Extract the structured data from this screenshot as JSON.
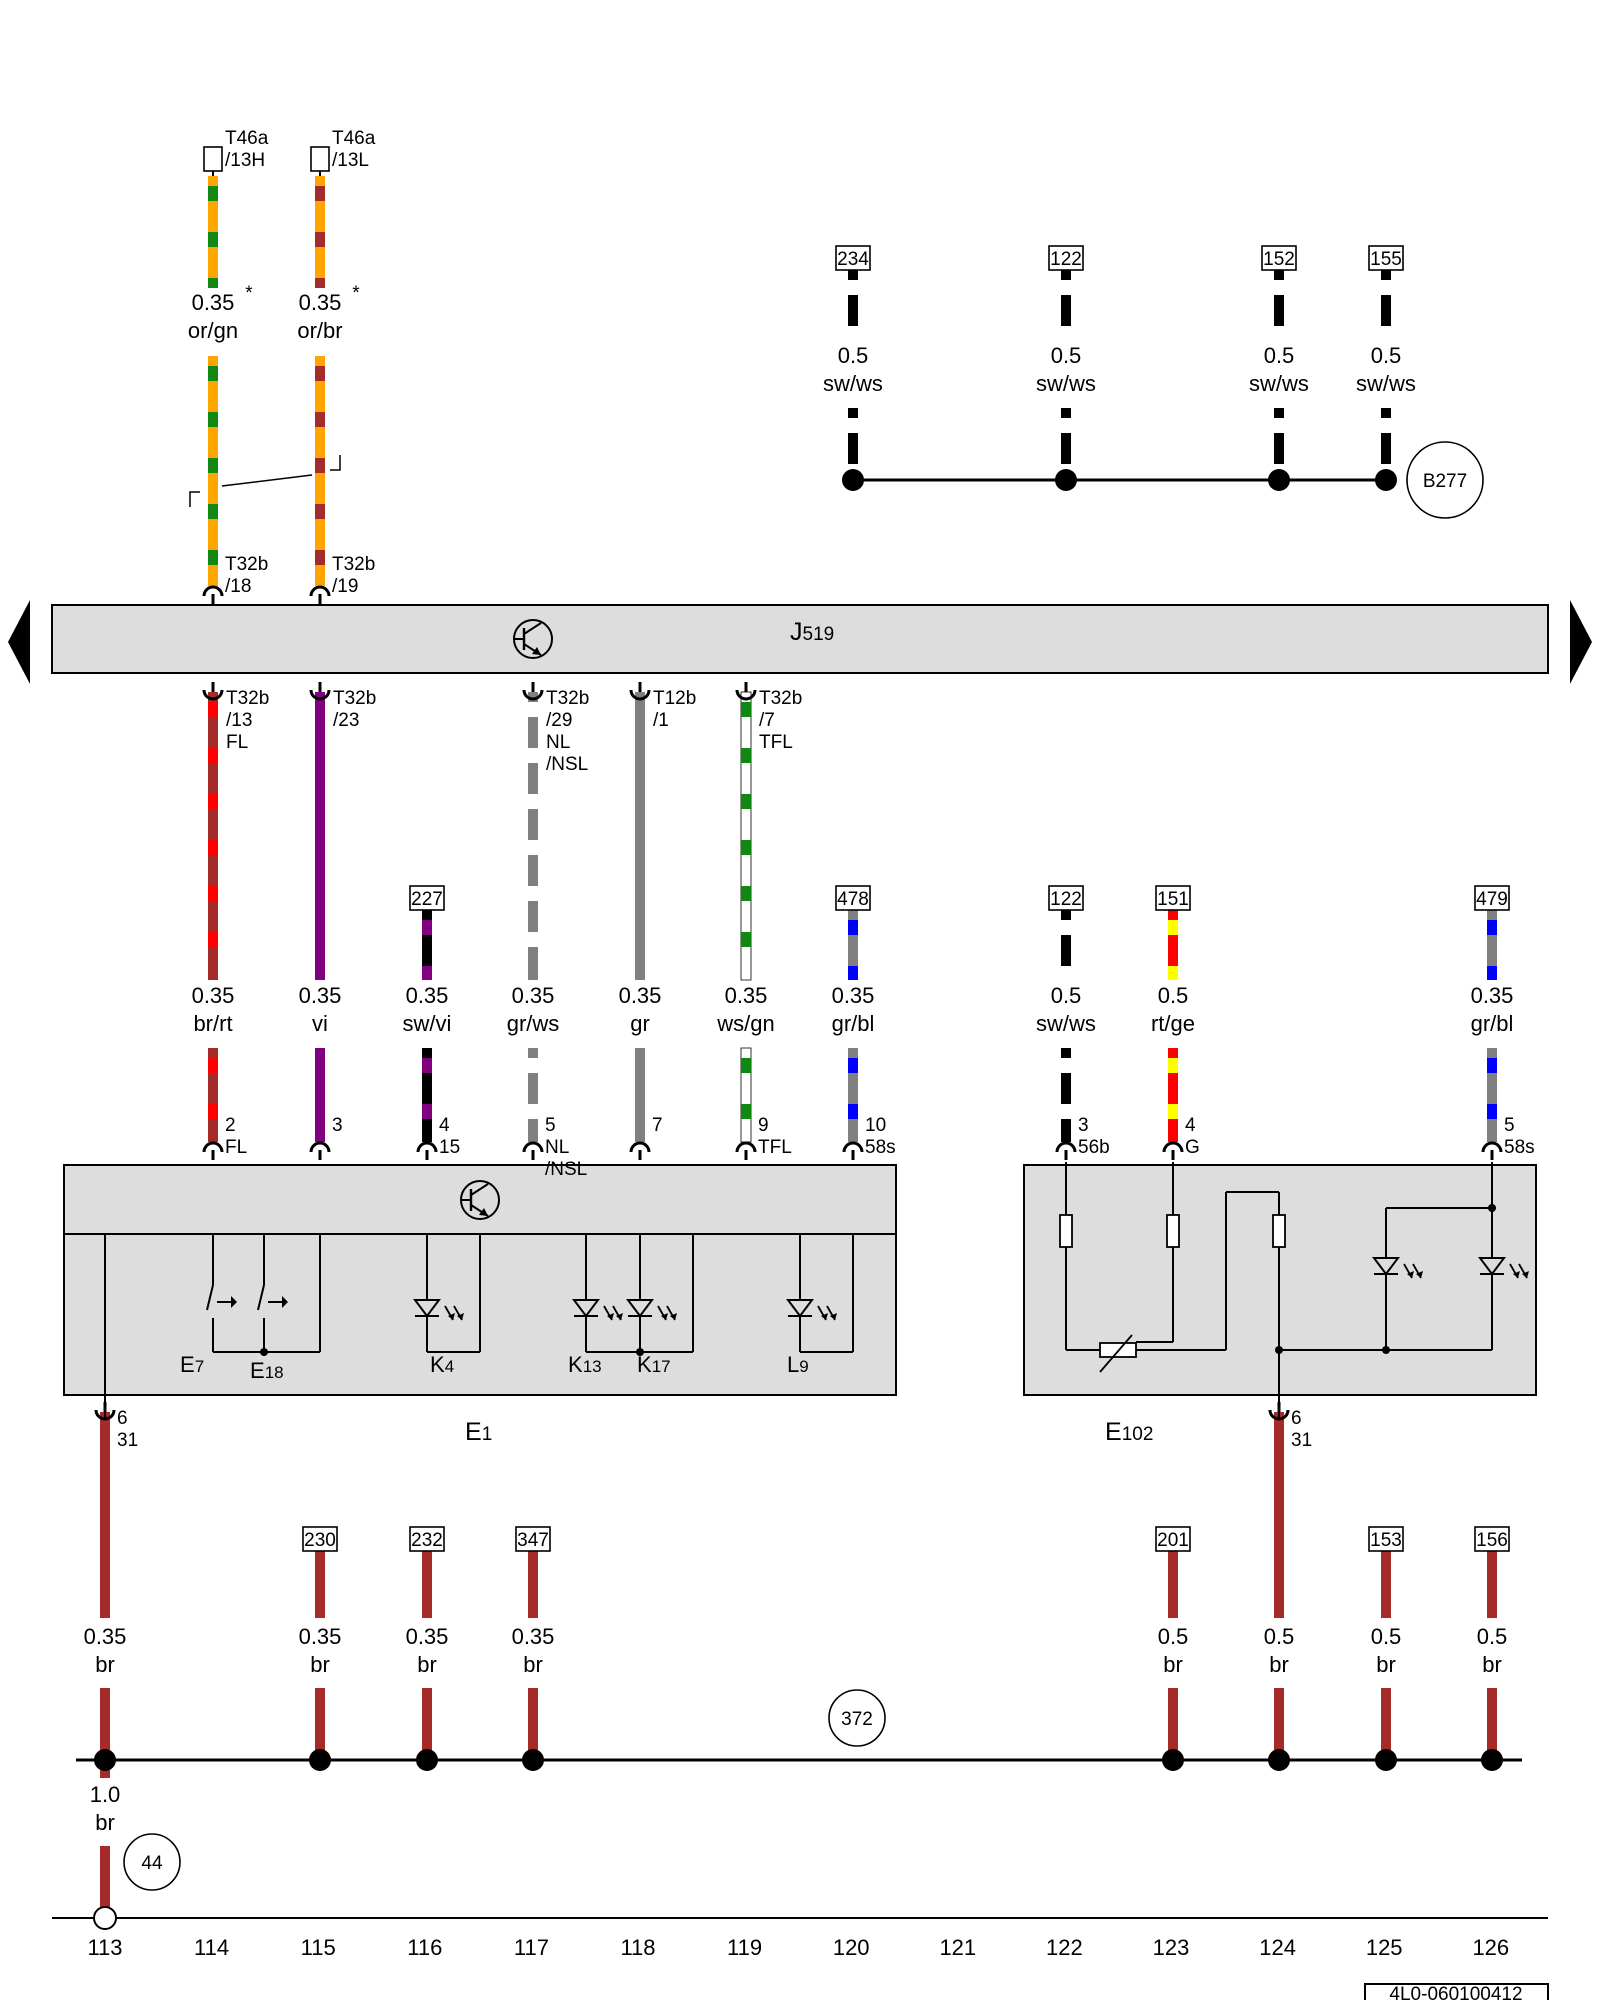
{
  "diagram": {
    "title_code": "4L0-060100412",
    "colors": {
      "br": "#a52a2a",
      "rt": "#ff0000",
      "or": "#ffa500",
      "gn": "#118811",
      "sw": "#000000",
      "ws": "#ffffff",
      "gr": "#808080",
      "vi": "#800080",
      "bl": "#0000ff",
      "ge": "#ffff00",
      "module_fill": "#dddddd"
    },
    "modules": {
      "j519": {
        "name": "J",
        "sub": "519"
      },
      "e1": {
        "name": "E",
        "sub": "1"
      },
      "e102": {
        "name": "E",
        "sub": "102"
      }
    },
    "components": [
      {
        "name": "E",
        "sub": "7"
      },
      {
        "name": "E",
        "sub": "18"
      },
      {
        "name": "K",
        "sub": "4"
      },
      {
        "name": "K",
        "sub": "13"
      },
      {
        "name": "K",
        "sub": "17"
      },
      {
        "name": "L",
        "sub": "9"
      }
    ],
    "top_connectors": [
      {
        "line1": "T46a",
        "line2": "/13H"
      },
      {
        "line1": "T46a",
        "line2": "/13L"
      }
    ],
    "pins": [
      [
        "T32b",
        "/18"
      ],
      [
        "T32b",
        "/19"
      ],
      [
        "T32b",
        "/13",
        "FL"
      ],
      [
        "T32b",
        "/23"
      ],
      [
        "T32b",
        "/29",
        "NL",
        "/NSL"
      ],
      [
        "T12b",
        "/1"
      ],
      [
        "T32b",
        "/7",
        "TFL"
      ],
      [
        "2",
        "FL"
      ],
      [
        "3"
      ],
      [
        "4",
        "15"
      ],
      [
        "5",
        "NL",
        "/NSL"
      ],
      [
        "7"
      ],
      [
        "9",
        "TFL"
      ],
      [
        "10",
        "58s"
      ],
      [
        "3",
        "56b"
      ],
      [
        "4",
        "G"
      ],
      [
        "5",
        "58s"
      ],
      [
        "6",
        "31"
      ],
      [
        "6",
        "31"
      ]
    ],
    "wire_labels": [
      {
        "size": "0.35",
        "color": "or/gn",
        "star": "*"
      },
      {
        "size": "0.35",
        "color": "or/br",
        "star": "*"
      },
      {
        "size": "0.5",
        "color": "sw/ws"
      },
      {
        "size": "0.5",
        "color": "sw/ws"
      },
      {
        "size": "0.5",
        "color": "sw/ws"
      },
      {
        "size": "0.5",
        "color": "sw/ws"
      },
      {
        "size": "0.35",
        "color": "br/rt"
      },
      {
        "size": "0.35",
        "color": "vi"
      },
      {
        "size": "0.35",
        "color": "sw/vi"
      },
      {
        "size": "0.35",
        "color": "gr/ws"
      },
      {
        "size": "0.35",
        "color": "gr"
      },
      {
        "size": "0.35",
        "color": "ws/gn"
      },
      {
        "size": "0.35",
        "color": "gr/bl"
      },
      {
        "size": "0.5",
        "color": "sw/ws"
      },
      {
        "size": "0.5",
        "color": "rt/ge"
      },
      {
        "size": "0.35",
        "color": "gr/bl"
      },
      {
        "size": "0.35",
        "color": "br"
      },
      {
        "size": "0.35",
        "color": "br"
      },
      {
        "size": "0.35",
        "color": "br"
      },
      {
        "size": "0.35",
        "color": "br"
      },
      {
        "size": "0.5",
        "color": "br"
      },
      {
        "size": "0.5",
        "color": "br"
      },
      {
        "size": "0.5",
        "color": "br"
      },
      {
        "size": "0.5",
        "color": "br"
      },
      {
        "size": "1.0",
        "color": "br"
      }
    ],
    "references": [
      "234",
      "122",
      "152",
      "155",
      "227",
      "478",
      "122",
      "151",
      "479",
      "230",
      "232",
      "347",
      "201",
      "153",
      "156"
    ],
    "circle_refs": [
      "B277",
      "372",
      "44"
    ],
    "track_numbers": [
      "113",
      "114",
      "115",
      "116",
      "117",
      "118",
      "119",
      "120",
      "121",
      "122",
      "123",
      "124",
      "125",
      "126"
    ]
  }
}
